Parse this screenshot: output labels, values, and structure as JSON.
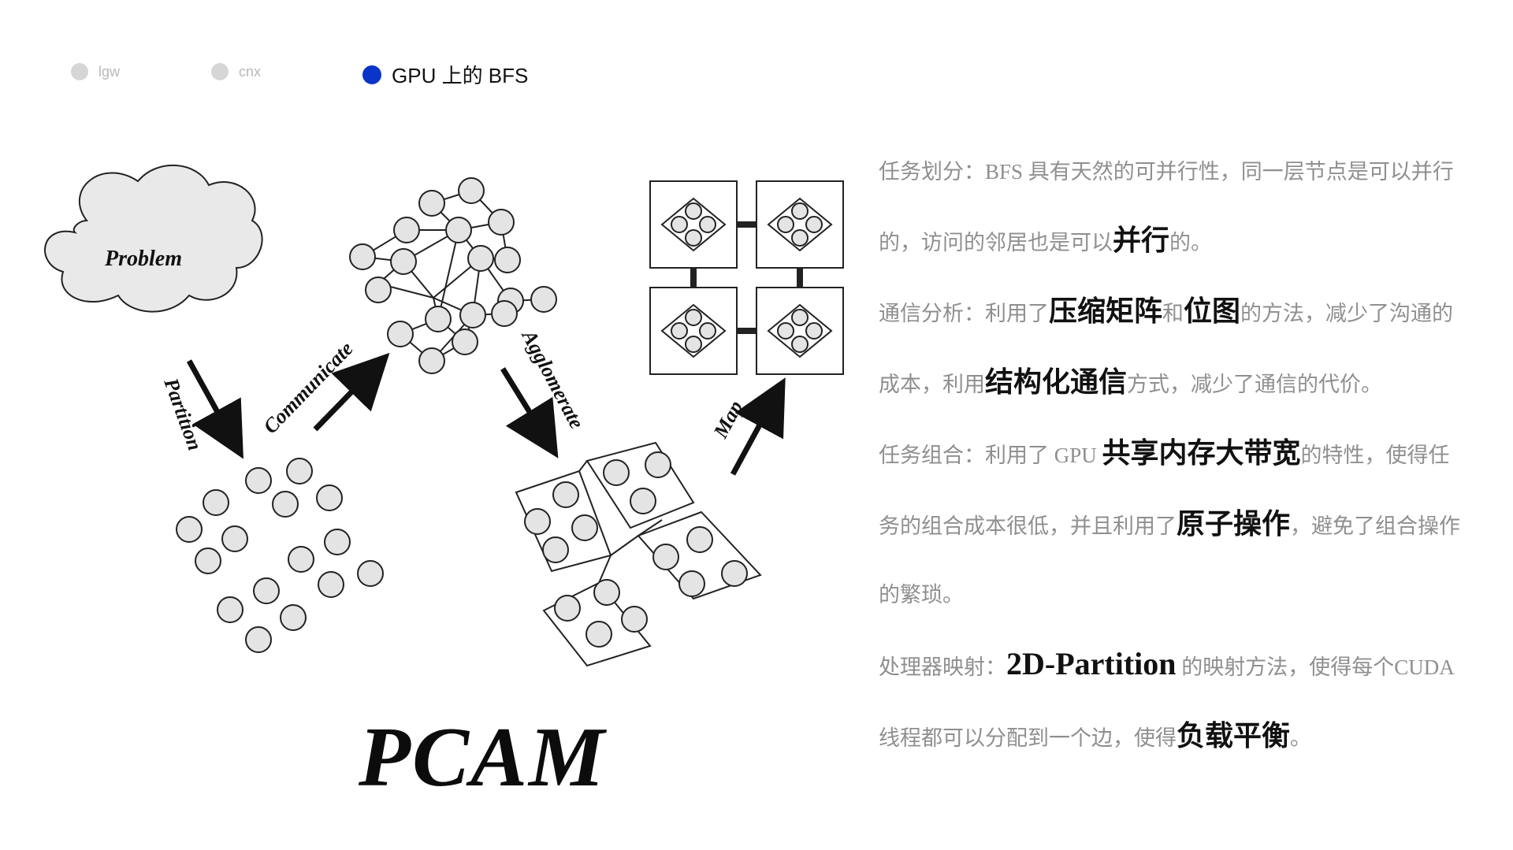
{
  "nav": {
    "items": [
      {
        "label": "lgw",
        "color": "#d6d6d6"
      },
      {
        "label": "cnx",
        "color": "#d6d6d6"
      },
      {
        "label": "GPU 上的 BFS",
        "color": "#0a35c8"
      }
    ]
  },
  "diagram": {
    "problem_label": "Problem",
    "arrows": {
      "partition": "Partition",
      "communicate": "Communicate",
      "agglomerate": "Agglomerate",
      "map": "Map"
    },
    "title": "PCAM"
  },
  "text": {
    "p1": {
      "label": "任务划分：",
      "body": "BFS 具有天然的可并行性，同一层节点是可以并行的，访问的邻居也是可以",
      "em1": "并行",
      "tail": "的。"
    },
    "p2": {
      "label": "通信分析：",
      "pre": "利用了",
      "em1": "压缩矩阵",
      "mid": "和",
      "em2": "位图",
      "post": "的方法，减少了沟通的成本，利用",
      "em3": "结构化通信",
      "tail": "方式，减少了通信的代价。"
    },
    "p3": {
      "label": "任务组合：",
      "pre": "利用了 GPU ",
      "em1": "共享内存大带宽",
      "post": "的特性，使得任务的组合成本很低，并且利用了",
      "em2": "原子操作",
      "tail": "，避免了组合操作的繁琐。"
    },
    "p4": {
      "label": "处理器映射：",
      "em1": "2D-Partition",
      "post": " 的映射方法，使得每个CUDA 线程都可以分配到一个边，使得",
      "em2": "负载平衡",
      "tail": "。"
    }
  }
}
